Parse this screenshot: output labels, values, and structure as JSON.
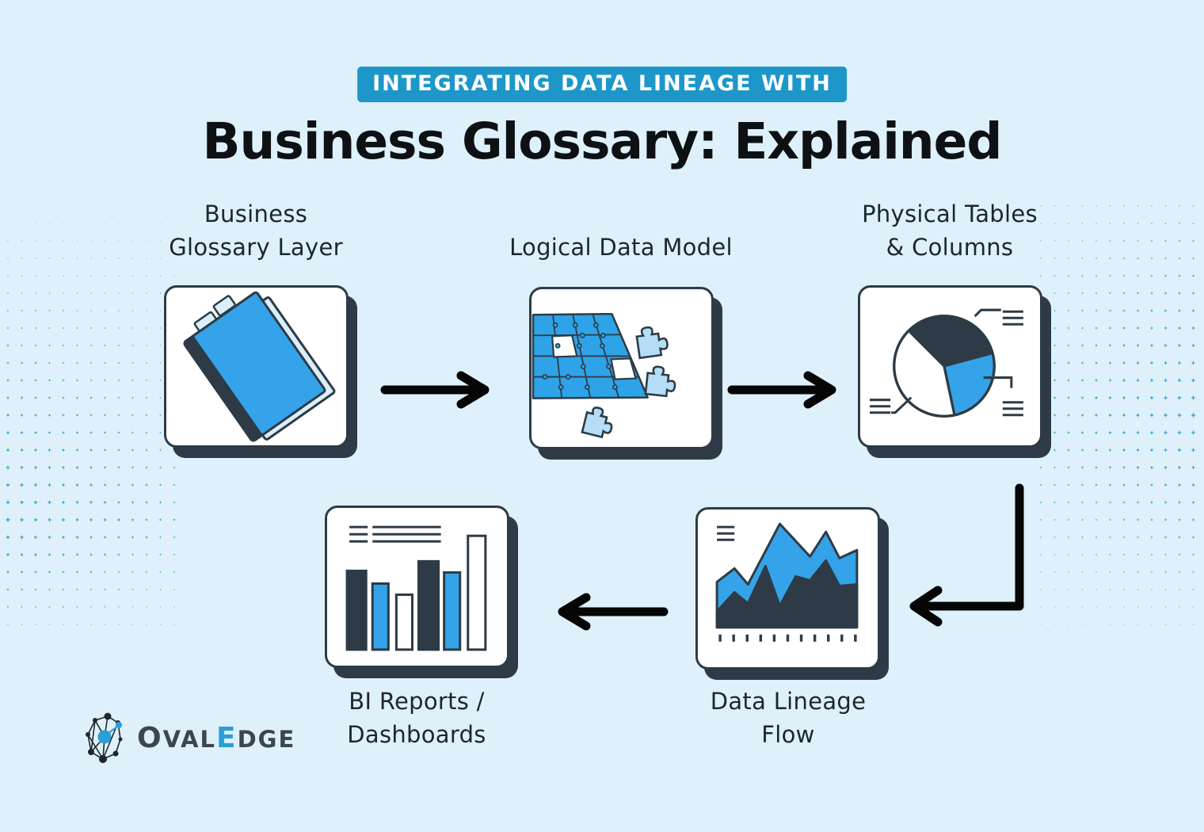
{
  "banner": {
    "label": "INTEGRATING DATA LINEAGE WITH",
    "bg_color": "#1d97c9",
    "text_color": "#ffffff"
  },
  "title": "Business Glossary: Explained",
  "steps": {
    "business_glossary_layer": {
      "line1": "Business",
      "line2": "Glossary Layer",
      "icon": "book-icon"
    },
    "logical_data_model": {
      "line1": "Logical Data Model",
      "icon": "puzzle-icon"
    },
    "physical_tables_columns": {
      "line1": "Physical Tables",
      "line2": "& Columns",
      "icon": "pie-chart-icon"
    },
    "data_lineage_flow": {
      "line1": "Data Lineage",
      "line2": "Flow",
      "icon": "area-chart-icon"
    },
    "bi_reports_dashboards": {
      "line1": "BI Reports /",
      "line2": "Dashboards",
      "icon": "bar-chart-icon"
    }
  },
  "flow_order": [
    "business_glossary_layer",
    "logical_data_model",
    "physical_tables_columns",
    "data_lineage_flow",
    "bi_reports_dashboards"
  ],
  "logo": {
    "o": "O",
    "val": "VAL",
    "e": "E",
    "dge": "DGE"
  },
  "colors": {
    "background": "#def1fa",
    "banner_blue": "#1d97c9",
    "accent_blue": "#35a3e9",
    "light_blue": "#b5def6",
    "pale_blue": "#d9effb",
    "dark_navy": "#2e3b46",
    "star_blue": "#29a0db",
    "arrow_black": "#060606",
    "logo_gray": "#3d454d",
    "logo_blue": "#2b9fd6"
  }
}
